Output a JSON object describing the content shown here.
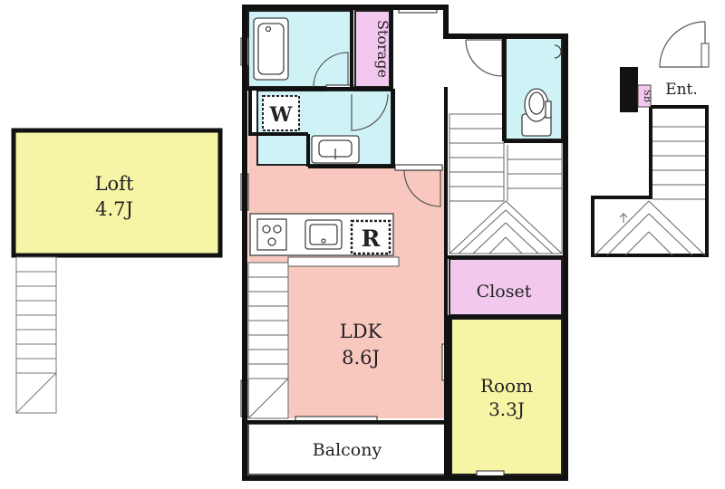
{
  "rooms": {
    "loft": {
      "name": "Loft",
      "size": "4.7J",
      "color": "#f6f5a6"
    },
    "ldk": {
      "name": "LDK",
      "size": "8.6J",
      "color": "#f8c8bf"
    },
    "room": {
      "name": "Room",
      "size": "3.3J",
      "color": "#f6f5a6"
    },
    "closet": {
      "name": "Closet",
      "color": "#f2c8ee"
    },
    "storage": {
      "name": "Storage",
      "color": "#f2c8ee"
    },
    "balcony": {
      "name": "Balcony"
    },
    "entrance": {
      "name": "Ent."
    },
    "shoebox": {
      "name": "SB",
      "color": "#f2c8ee"
    },
    "washer": {
      "name": "W"
    },
    "fridge": {
      "name": "R"
    },
    "wet_area_color": "#cff2f6"
  }
}
